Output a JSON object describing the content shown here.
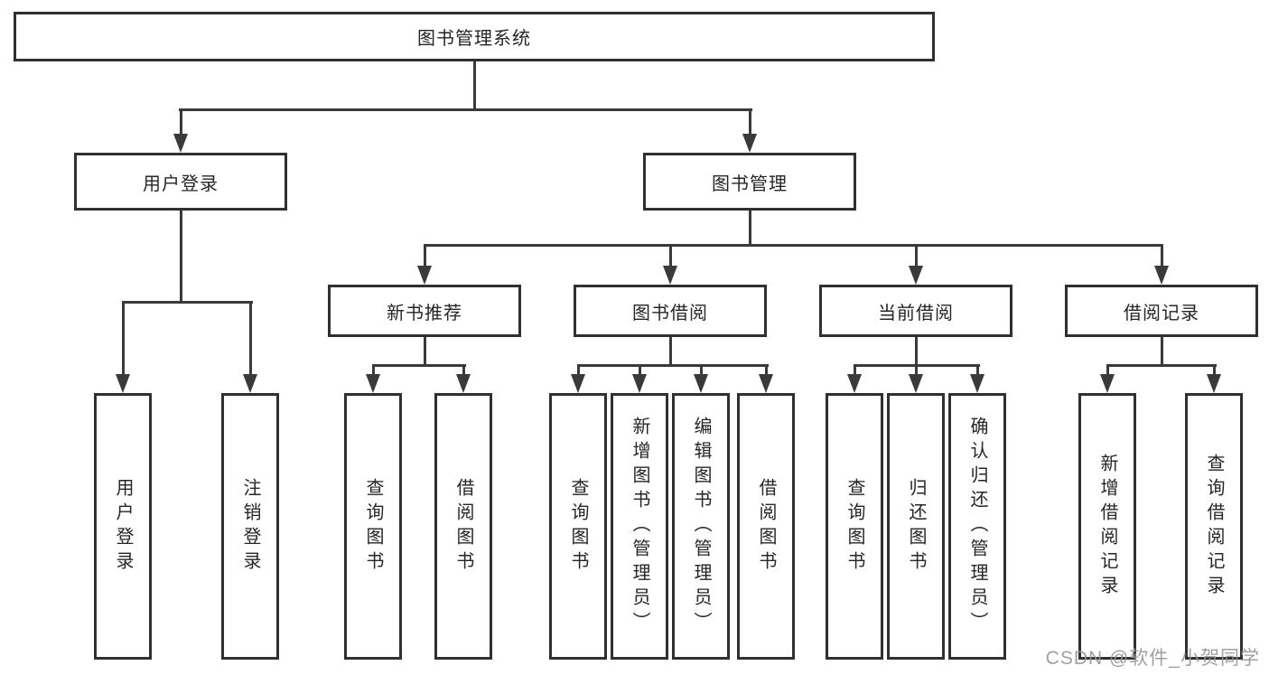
{
  "nodes": {
    "root": "图书管理系统",
    "user_login": "用户登录",
    "book_mgmt": "图书管理",
    "new_books": "新书推荐",
    "book_borrow": "图书借阅",
    "current_borrow": "当前借阅",
    "borrow_records": "借阅记录",
    "leaf_user_login": "用户登录",
    "leaf_logout": "注销登录",
    "leaf_nb_query_books": "查询图书",
    "leaf_nb_borrow_books": "借阅图书",
    "leaf_bb_query_books": "查询图书",
    "leaf_bb_add_books": "新增图书（管理员）",
    "leaf_bb_edit_books": "编辑图书（管理员）",
    "leaf_bb_borrow_books": "借阅图书",
    "leaf_cb_query_books": "查询图书",
    "leaf_cb_return_books": "归还图书",
    "leaf_cb_confirm_return": "确认归还（管理员）",
    "leaf_br_add_record": "新增借阅记录",
    "leaf_br_query_record": "查询借阅记录"
  },
  "watermark": "CSDN @软件_小贺同学",
  "colors": {
    "line": "#3a3a3a",
    "box_border": "#303030",
    "text": "#262626",
    "watermark": "#969696",
    "background": "#ffffff"
  }
}
